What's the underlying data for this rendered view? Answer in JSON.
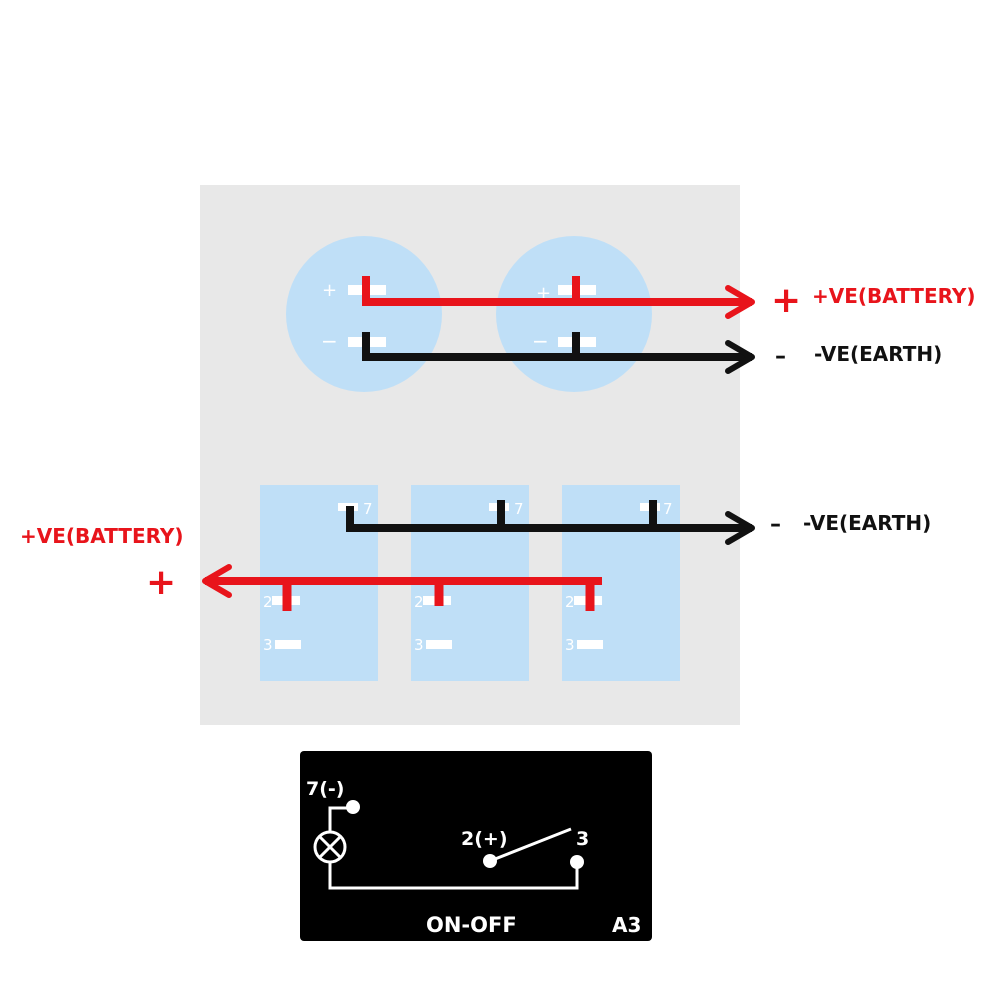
{
  "colors": {
    "panel": "#e8e8e8",
    "socket": "#bfdff7",
    "positive": "#e8141b",
    "negative": "#111111",
    "card": "#000000",
    "pin_text": "#ffffff"
  },
  "sockets": {
    "plus_mark": "+",
    "minus_mark": "−"
  },
  "switches": {
    "pin7": "7",
    "pin2": "2",
    "pin3": "3"
  },
  "top_labels": {
    "positive_sign": "+",
    "positive_text": "+VE(BATTERY)",
    "negative_sign": "–",
    "negative_text": "-VE(EARTH)"
  },
  "bottom_labels": {
    "negative_sign": "–",
    "negative_text": "-VE(EARTH)",
    "positive_text": "+VE(BATTERY)",
    "positive_sign": "+"
  },
  "schematic": {
    "pin7_label": "7(-)",
    "pin2_label": "2(+)",
    "pin3_label": "3",
    "mode_label": "ON-OFF",
    "model_label": "A3",
    "lamp_icon": "lamp-icon"
  }
}
